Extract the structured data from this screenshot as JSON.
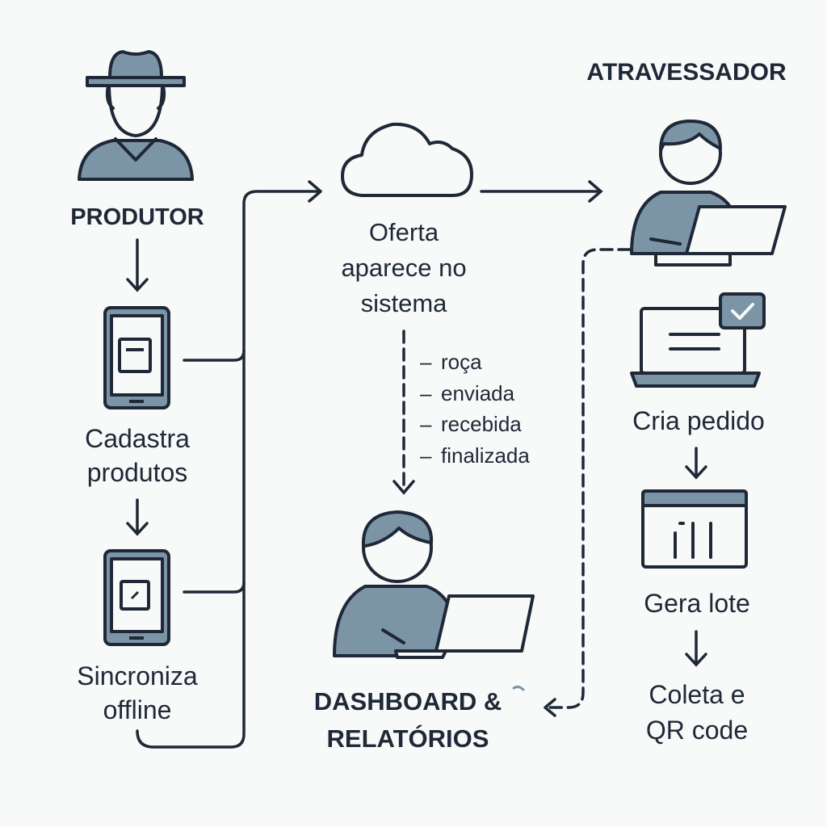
{
  "actors": {
    "produtor": "PRODUTOR",
    "atravessador": "ATRAVESSADOR"
  },
  "steps": {
    "cadastra": "Cadastra\nprodutos",
    "sincroniza": "Sincroniza\noffline",
    "oferta": "Oferta\naparece no\nsistema",
    "cria_pedido": "Cria pedido",
    "gera_lote": "Gera lote",
    "coleta": "Coleta e\nQR code",
    "dashboard": "DASHBOARD &\nRELATÓRIOS"
  },
  "status_dash": "–",
  "statuses": [
    "roça",
    "enviada",
    "recebida",
    "finalizada"
  ],
  "icons": {
    "produtor": "farmer-hat-icon",
    "phone_1": "smartphone-icon",
    "phone_2": "smartphone-sync-icon",
    "cloud": "cloud-icon",
    "atravessador": "user-laptop-icon",
    "pedido": "laptop-check-icon",
    "lote": "calendar-chart-icon",
    "dashboard": "user-laptop-icon"
  },
  "colors": {
    "ink": "#1e2836",
    "fill": "#7b95a7",
    "fill_dark": "#6f8a9c",
    "background": "#f8f9f9"
  }
}
